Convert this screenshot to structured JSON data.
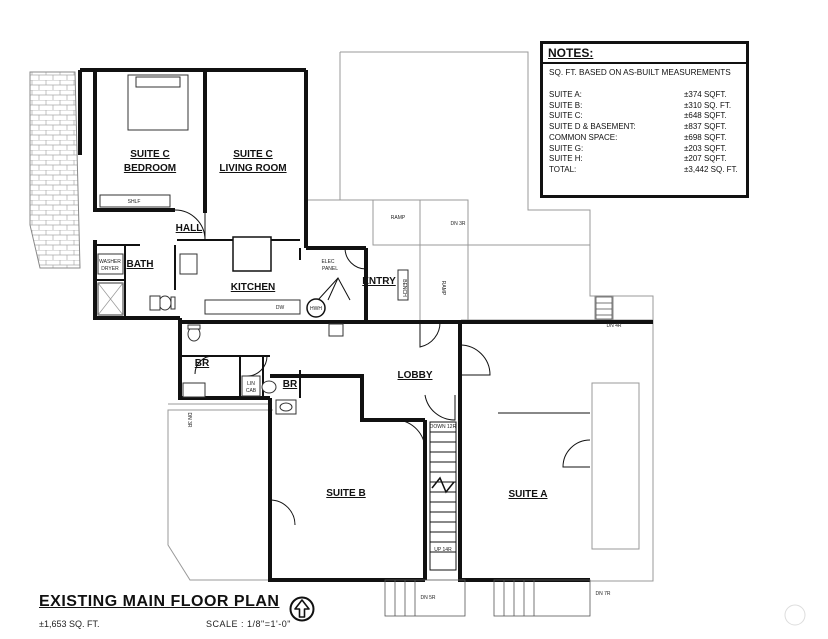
{
  "notes": {
    "title": "NOTES:",
    "subtitle": "SQ. FT. BASED ON AS-BUILT MEASUREMENTS",
    "rows": [
      {
        "label": "SUITE A:",
        "value": "±374 SQFT."
      },
      {
        "label": "SUITE B:",
        "value": "±310 SQ. FT."
      },
      {
        "label": "SUITE C:",
        "value": "±648 SQFT."
      },
      {
        "label": "SUITE D & BASEMENT:",
        "value": "±837 SQFT."
      },
      {
        "label": "COMMON SPACE:",
        "value": "±698 SQFT."
      },
      {
        "label": "SUITE G:",
        "value": "±203 SQFT."
      },
      {
        "label": "SUITE H:",
        "value": "±207 SQFT."
      },
      {
        "label": "TOTAL:",
        "value": "±3,442 SQ. FT."
      }
    ]
  },
  "rooms": {
    "suite_c_bedroom_1": "SUITE C",
    "suite_c_bedroom_2": "BEDROOM",
    "suite_c_living_1": "SUITE C",
    "suite_c_living_2": "LIVING ROOM",
    "hall": "HALL",
    "bath": "BATH",
    "kitchen": "KITCHEN",
    "entry": "ENTRY",
    "br_1": "BR",
    "br_2": "BR",
    "lobby": "LOBBY",
    "suite_b": "SUITE B",
    "suite_a": "SUITE A"
  },
  "small_labels": {
    "shelf": "SHLF",
    "washer_dryer_1": "WASHER",
    "washer_dryer_2": "DRYER",
    "elec_panel_1": "ELEC",
    "elec_panel_2": "PANEL",
    "ramp": "RAMP",
    "dn_3r_top": "DN 3R",
    "dn_4r": "DN 4R",
    "dn_3r_left": "DN 3R",
    "bench": "BENCH",
    "ramp_vertical": "RAMP",
    "down_stairs": "DOWN 12R",
    "up_stairs": "UP 14R",
    "dn_5r": "DN 5R",
    "dn_7r": "DN 7R",
    "linen_cab_1": "LIN",
    "linen_cab_2": "CAB",
    "dw": "DW",
    "hwh": "HWH"
  },
  "footer": {
    "title": "EXISTING MAIN FLOOR PLAN",
    "sqft": "±1,653 SQ. FT.",
    "scale": "SCALE : 1/8\"=1'-0\""
  }
}
